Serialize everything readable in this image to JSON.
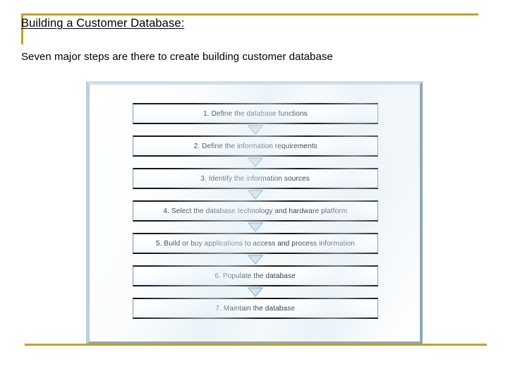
{
  "slide": {
    "title": "Building a Customer Database:",
    "subtitle": "Seven major steps are there to create building customer database",
    "accent_color": "#c5a024",
    "panel_border_color": "#8fa8b8",
    "step_text_color": "#2e3a42",
    "connector_fill": "#cfe3f0",
    "connector_stroke": "#8fa8b8"
  },
  "diagram": {
    "type": "flowchart",
    "orientation": "vertical",
    "connector_icon": "chevron-down-triangle",
    "steps": [
      {
        "number": "1",
        "label": "1. Define the database functions"
      },
      {
        "number": "2",
        "label": "2. Define the information requirements"
      },
      {
        "number": "3",
        "label": "3. Identify the information sources"
      },
      {
        "number": "4",
        "label": "4. Select the database technology and hardware platform"
      },
      {
        "number": "5",
        "label": "5. Build or buy applications to access and process information"
      },
      {
        "number": "6",
        "label": "6. Populate the database"
      },
      {
        "number": "7",
        "label": "7. Maintain the database"
      }
    ]
  }
}
